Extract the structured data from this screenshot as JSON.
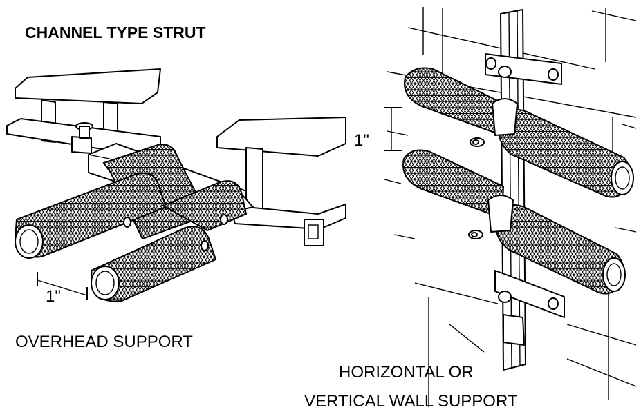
{
  "diagram": {
    "title": "CHANNEL TYPE STRUT",
    "overhead_label": "OVERHEAD SUPPORT",
    "wall_label_line1": "HORIZONTAL OR",
    "wall_label_line2": "VERTICAL WALL SUPPORT",
    "spacing_left": "1\"",
    "spacing_right": "1\""
  }
}
